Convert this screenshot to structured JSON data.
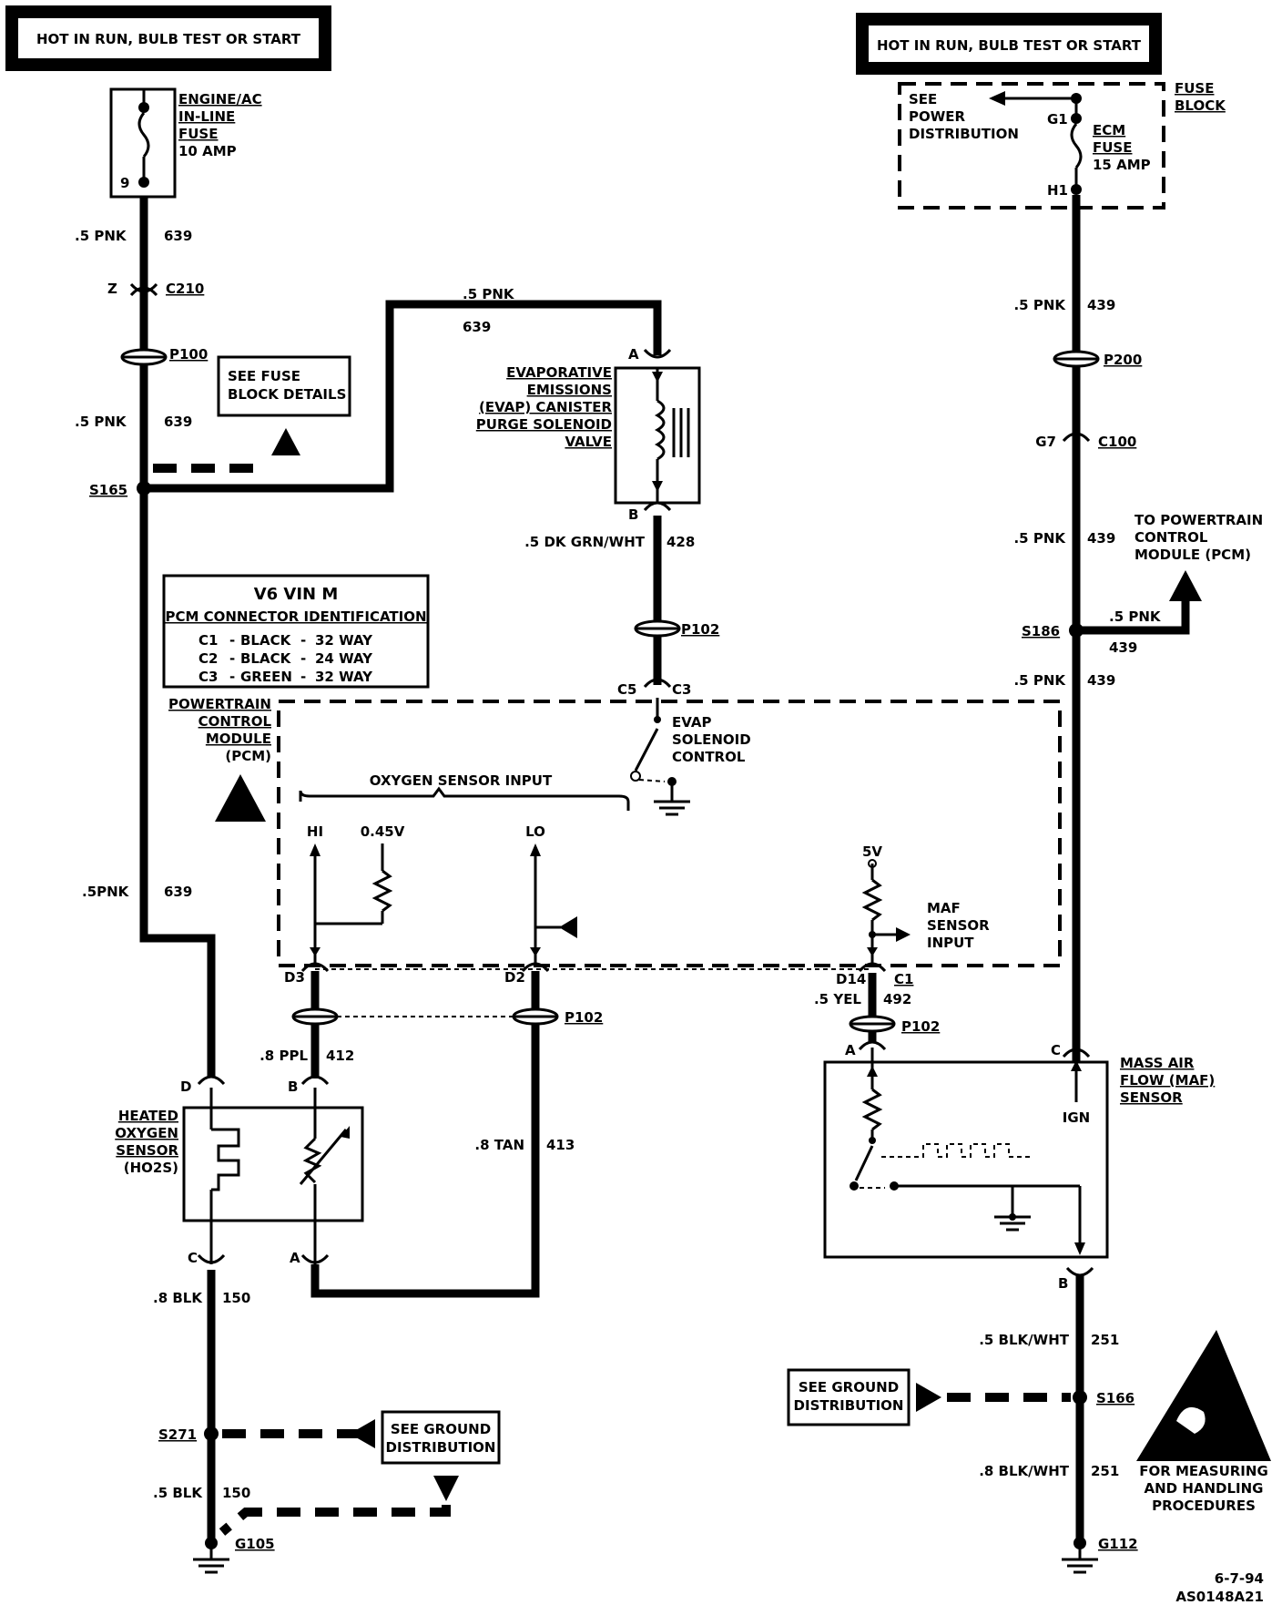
{
  "headers": {
    "left_power": "HOT IN RUN, BULB TEST OR START",
    "right_power": "HOT IN RUN, BULB TEST OR START"
  },
  "left_fuse": {
    "terminal": "9",
    "line1": "ENGINE/AC",
    "line2": "IN-LINE",
    "line3": "FUSE",
    "rating": "10 AMP"
  },
  "fuse_block": {
    "title1": "FUSE",
    "title2": "BLOCK",
    "see1": "SEE",
    "see2": "POWER",
    "see3": "DISTRIBUTION",
    "g1": "G1",
    "h1": "H1",
    "fuse1": "ECM",
    "fuse2": "FUSE",
    "rating": "15 AMP"
  },
  "left_circuit": {
    "wire_a_gauge": ".5 PNK",
    "wire_a_num": "639",
    "c210_pin": "Z",
    "c210": "C210",
    "p100": "P100",
    "see_fuse1": "SEE FUSE",
    "see_fuse2": "BLOCK DETAILS",
    "wire_b_gauge": ".5 PNK",
    "wire_b_num": "639",
    "s165": "S165",
    "wire_c_gauge": ".5PNK",
    "wire_c_num": "639"
  },
  "evap": {
    "wire_gauge": ".5 PNK",
    "wire_num": "639",
    "pin_a": "A",
    "pin_b": "B",
    "name1": "EVAPORATIVE",
    "name2": "EMISSIONS",
    "name3": "(EVAP) CANISTER",
    "name4": "PURGE SOLENOID",
    "name5": "VALVE",
    "out_gauge": ".5 DK GRN/WHT",
    "out_num": "428",
    "p102": "P102",
    "c5": "C5",
    "c3": "C3",
    "ctrl1": "EVAP",
    "ctrl2": "SOLENOID",
    "ctrl3": "CONTROL"
  },
  "pcm_table": {
    "title": "V6 VIN M",
    "subtitle": "PCM CONNECTOR IDENTIFICATION",
    "rows": [
      [
        "C1",
        "-",
        "BLACK",
        "-",
        "32 WAY"
      ],
      [
        "C2",
        "-",
        "BLACK",
        "-",
        "24 WAY"
      ],
      [
        "C3",
        "-",
        "GREEN",
        "-",
        "32 WAY"
      ]
    ]
  },
  "pcm": {
    "name1": "POWERTRAIN",
    "name2": "CONTROL",
    "name3": "MODULE",
    "name4": "(PCM)",
    "o2_label": "OXYGEN SENSOR INPUT",
    "hi": "HI",
    "v045": "0.45V",
    "lo": "LO",
    "d3": "D3",
    "d2": "D2",
    "v5": "5V",
    "maf1": "MAF",
    "maf2": "SENSOR",
    "maf3": "INPUT",
    "d14": "D14",
    "c1": "C1"
  },
  "ho2s": {
    "p102": "P102",
    "wire_gauge": ".8 PPL",
    "wire_num": "412",
    "pin_d": "D",
    "pin_b": "B",
    "pin_c": "C",
    "pin_a": "A",
    "name1": "HEATED",
    "name2": "OXYGEN",
    "name3": "SENSOR",
    "name4": "(HO2S)",
    "tan_gauge": ".8 TAN",
    "tan_num": "413",
    "blk_gauge": ".8 BLK",
    "blk_num": "150",
    "s271": "S271",
    "see_gnd1": "SEE GROUND",
    "see_gnd2": "DISTRIBUTION",
    "blk2_gauge": ".5 BLK",
    "blk2_num": "150",
    "g105": "G105"
  },
  "right_circuit": {
    "w1_gauge": ".5 PNK",
    "w1_num": "439",
    "p200": "P200",
    "c100_pin": "G7",
    "c100": "C100",
    "w2_gauge": ".5 PNK",
    "w2_num": "439",
    "to1": "TO POWERTRAIN",
    "to2": "CONTROL",
    "to3": "MODULE (PCM)",
    "s186": "S186",
    "branch_gauge": ".5 PNK",
    "branch_num": "439",
    "w3_gauge": ".5 PNK",
    "w3_num": "439"
  },
  "maf": {
    "yel_gauge": ".5 YEL",
    "yel_num": "492",
    "p102": "P102",
    "pin_a": "A",
    "pin_c": "C",
    "pin_b": "B",
    "name1": "MASS AIR",
    "name2": "FLOW (MAF)",
    "name3": "SENSOR",
    "ign": "IGN",
    "gnd_gauge": ".5 BLK/WHT",
    "gnd_num": "251",
    "see_gnd1": "SEE GROUND",
    "see_gnd2": "DISTRIBUTION",
    "s166": "S166",
    "gnd2_gauge": ".8 BLK/WHT",
    "gnd2_num": "251",
    "g112": "G112"
  },
  "esd": {
    "line1": "FOR MEASURING",
    "line2": "AND HANDLING",
    "line3": "PROCEDURES"
  },
  "footer": {
    "date": "6-7-94",
    "code": "AS0148A21"
  }
}
